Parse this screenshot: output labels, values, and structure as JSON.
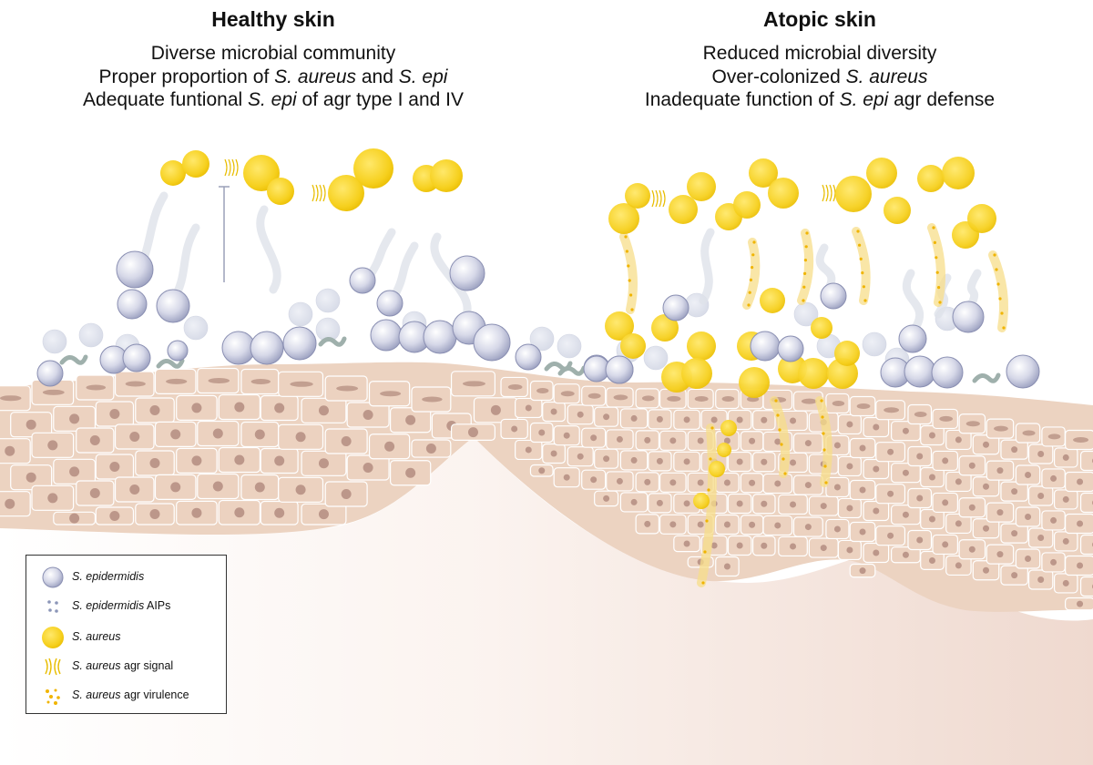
{
  "healthy": {
    "title": "Healthy skin",
    "line1": "Diverse microbial community",
    "line2_a": "Proper proportion of ",
    "line2_b": "S. aureus",
    "line2_c": " and ",
    "line2_d": "S. epi",
    "line3_a": "Adequate funtional ",
    "line3_b": "S. epi",
    "line3_c": " of agr type I and IV"
  },
  "atopic": {
    "title": "Atopic skin",
    "line1": "Reduced microbial diversity",
    "line2_a": "Over-colonized ",
    "line2_b": "S. aureus",
    "line3_a": "Inadequate function of ",
    "line3_b": "S. epi",
    "line3_c": " agr defense"
  },
  "legend": {
    "epi": "S. epidermidis",
    "aip_italic": "S. epidermidis",
    "aip_rest": " AIPs",
    "aureus": "S. aureus",
    "signal_italic": "S. aureus",
    "signal_rest": " agr signal",
    "virulence_italic": "S. aureus",
    "virulence_rest": " agr virulence"
  },
  "colors": {
    "epi_fill": "#c8cbe0",
    "epi_edge": "#8a8fb2",
    "aureus_fill": "#f5cf1e",
    "aureus_edge": "#e0b200",
    "skin_cell": "#ecd2c0",
    "skin_cell_edge": "#ffffff",
    "nucleus": "#b48d80",
    "dermis": "#f3e4dc",
    "flagella": "#dcdfe8",
    "pili": "#9fb0ac"
  }
}
